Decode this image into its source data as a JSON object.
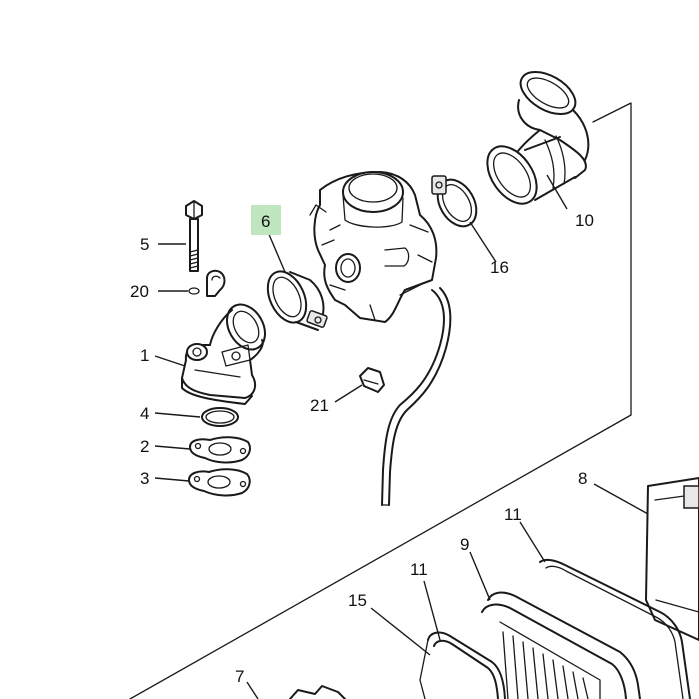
{
  "labels": {
    "p1": "1",
    "p2": "2",
    "p3": "3",
    "p4": "4",
    "p5": "5",
    "p6": "6",
    "p7": "7",
    "p8": "8",
    "p9": "9",
    "p10": "10",
    "p11a": "11",
    "p11b": "11",
    "p15": "15",
    "p16": "16",
    "p20": "20",
    "p21": "21"
  },
  "colors": {
    "highlight": "#bfe6bf",
    "line": "#1a1a1a",
    "background": "#ffffff"
  },
  "highlighted_part": "6"
}
